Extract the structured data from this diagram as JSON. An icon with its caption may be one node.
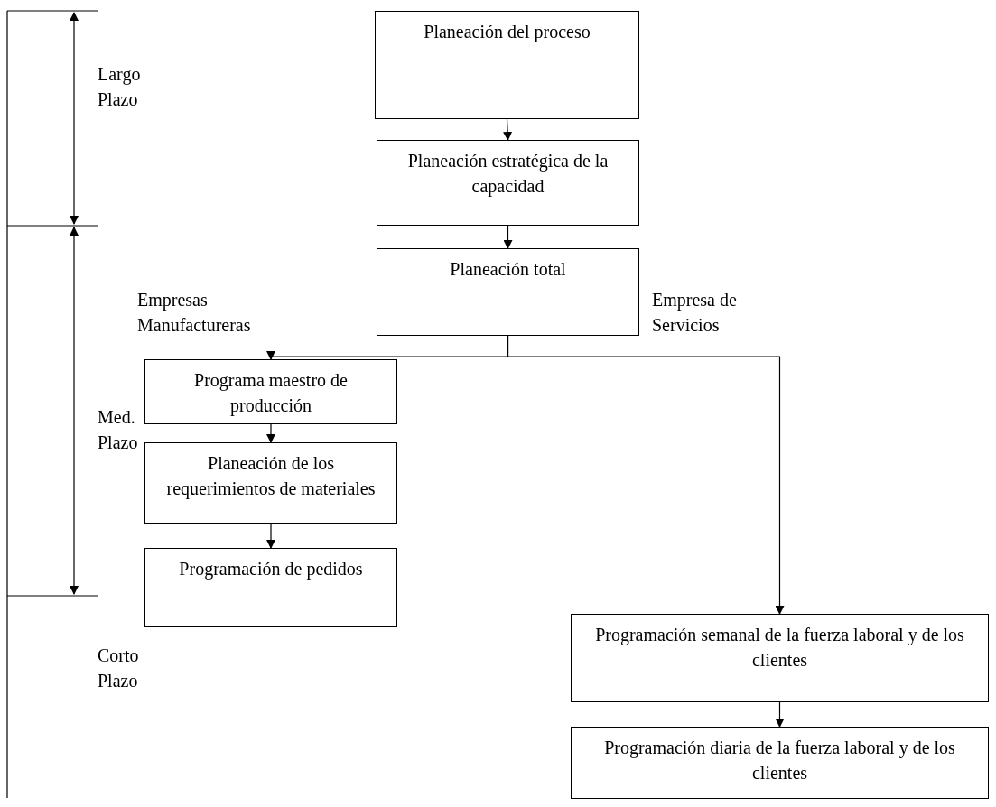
{
  "diagram": {
    "nodes": [
      {
        "text": [
          "Planeación del proceso"
        ]
      },
      {
        "text": [
          "Planeación estratégica de la capacidad"
        ]
      },
      {
        "text": [
          "Planeación total"
        ]
      },
      {
        "text": [
          "Programa maestro de producción"
        ]
      },
      {
        "text": [
          "Planeación de los requerimientos de materiales"
        ]
      },
      {
        "text": [
          "Programación de pedidos"
        ]
      },
      {
        "text": [
          "Programación semanal de la fuerza laboral y de los clientes"
        ]
      },
      {
        "text": [
          "Programación diaria de la fuerza laboral y de los clientes"
        ]
      }
    ],
    "edges": [
      {
        "from": 0,
        "to": 1,
        "arrow": "to"
      },
      {
        "from": 1,
        "to": 2,
        "arrow": "to"
      },
      {
        "from": 2,
        "to": 3,
        "arrow": "to"
      },
      {
        "from": 2,
        "to": 6,
        "arrow": "to"
      },
      {
        "from": 3,
        "to": 4,
        "arrow": "to"
      },
      {
        "from": 4,
        "to": 5,
        "arrow": "to"
      },
      {
        "from": 6,
        "to": 7,
        "arrow": "to"
      }
    ],
    "labels": [
      "Largo Plazo",
      "Med. Plazo",
      "Corto Plazo",
      "Empresas Manufactureras",
      "Empresa de Servicios"
    ]
  }
}
